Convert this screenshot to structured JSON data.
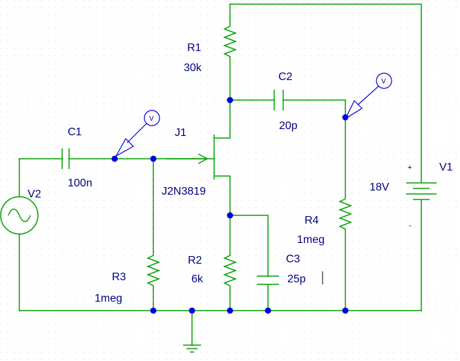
{
  "grid_color": "#d8d8d8",
  "wire_color": "#00a000",
  "node_color": "#0000e0",
  "label_color": "#000080",
  "components": {
    "r1": {
      "ref": "R1",
      "value": "30k"
    },
    "r2": {
      "ref": "R2",
      "value": "6k"
    },
    "r3": {
      "ref": "R3",
      "value": "1meg"
    },
    "r4": {
      "ref": "R4",
      "value": "1meg"
    },
    "c1": {
      "ref": "C1",
      "value": "100n"
    },
    "c2": {
      "ref": "C2",
      "value": "20p"
    },
    "c3": {
      "ref": "C3",
      "value": "25p"
    },
    "j1": {
      "ref": "J1",
      "value": "J2N3819"
    },
    "v1": {
      "ref": "V1",
      "value": "18V",
      "plus": "+",
      "minus": "-"
    },
    "v2": {
      "ref": "V2"
    }
  },
  "probes": {
    "input": {
      "label": "V"
    },
    "output": {
      "label": "V"
    }
  }
}
